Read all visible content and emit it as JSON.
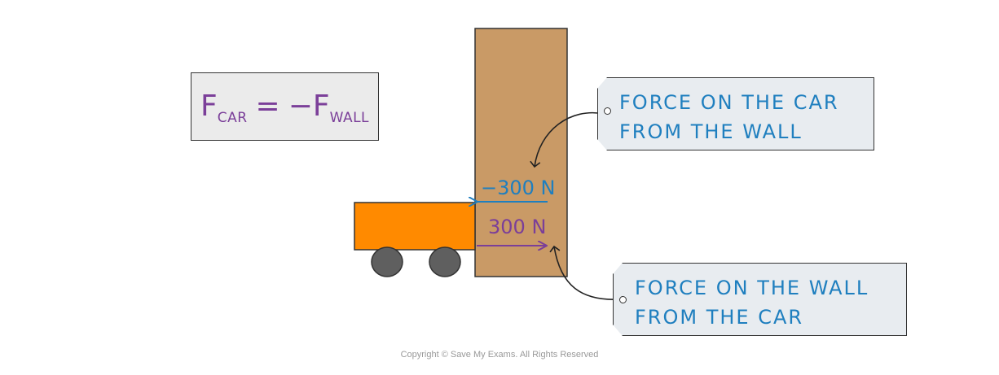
{
  "equation": {
    "lhs_symbol": "F",
    "lhs_subscript": "CAR",
    "operator": "=",
    "rhs_symbol": "−F",
    "rhs_subscript": "WALL"
  },
  "forces": {
    "on_car_from_wall": "−300 N",
    "on_wall_from_car": "300 N"
  },
  "labels": {
    "force_on_car": {
      "line1": "FORCE ON THE CAR",
      "line2": "FROM THE WALL"
    },
    "force_on_wall": {
      "line1": "FORCE ON THE WALL",
      "line2": "FROM THE CAR"
    }
  },
  "colors": {
    "wall": "#c99a66",
    "car_body": "#ff8a00",
    "wheels": "#5f5f5f",
    "blue_text": "#1f7fbf",
    "purple_text": "#7b3f99"
  },
  "footer": {
    "copyright": "Copyright © Save My Exams. All Rights Reserved"
  }
}
